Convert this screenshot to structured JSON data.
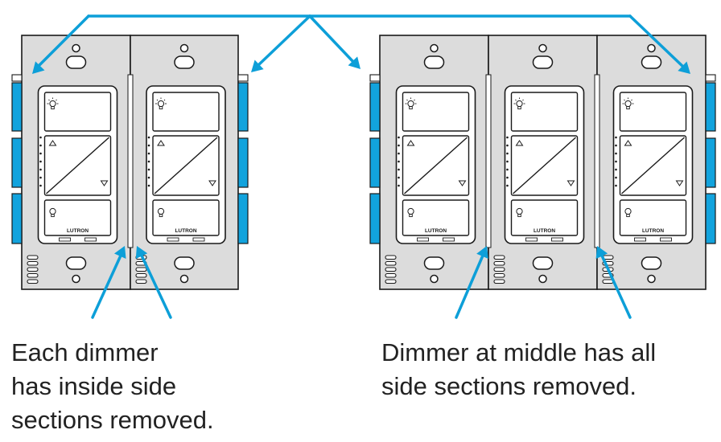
{
  "captions": {
    "left": "Each dimmer\nhas inside side\nsections removed.",
    "right": "Dimmer at middle has all\nside sections removed."
  },
  "brand_label": "LUTRON",
  "icons": {
    "on": "light-bulb-on-icon",
    "off": "light-bulb-off-icon",
    "up": "triangle-up-icon",
    "down": "triangle-down-icon",
    "arrow": "arrowhead-icon"
  },
  "colors": {
    "callout_blue": "#0d9fd8",
    "faceplate_gray": "#dcdcdc",
    "side_section_blue": "#12a3dd",
    "outline": "#1a1a1a",
    "paddle_white": "#ffffff"
  },
  "groups": [
    {
      "name": "two-gang",
      "dimmers": 2
    },
    {
      "name": "three-gang",
      "dimmers": 3
    }
  ]
}
